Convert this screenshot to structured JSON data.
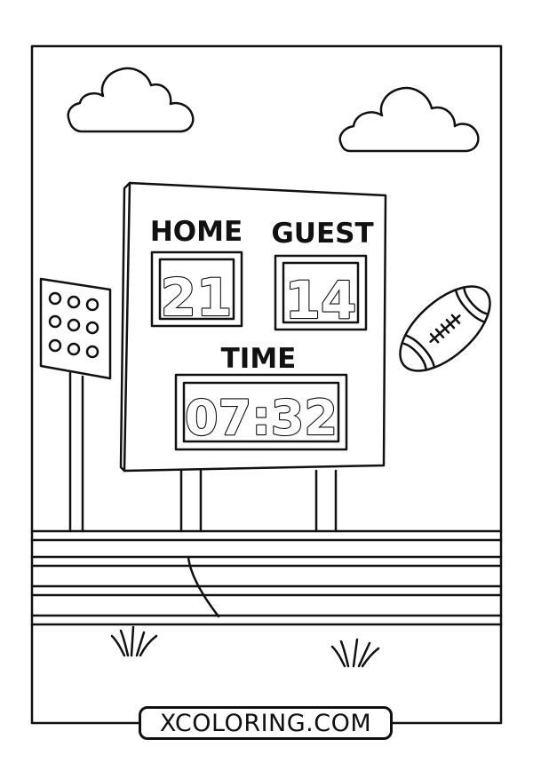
{
  "scoreboard": {
    "home_label": "HOME",
    "guest_label": "GUEST",
    "home_score": "21",
    "guest_score": "14",
    "time_label": "TIME",
    "time_value": "07:32"
  },
  "footer": {
    "brand": "XCOLORING.COM"
  },
  "colors": {
    "line": "#111111",
    "background": "#ffffff"
  }
}
